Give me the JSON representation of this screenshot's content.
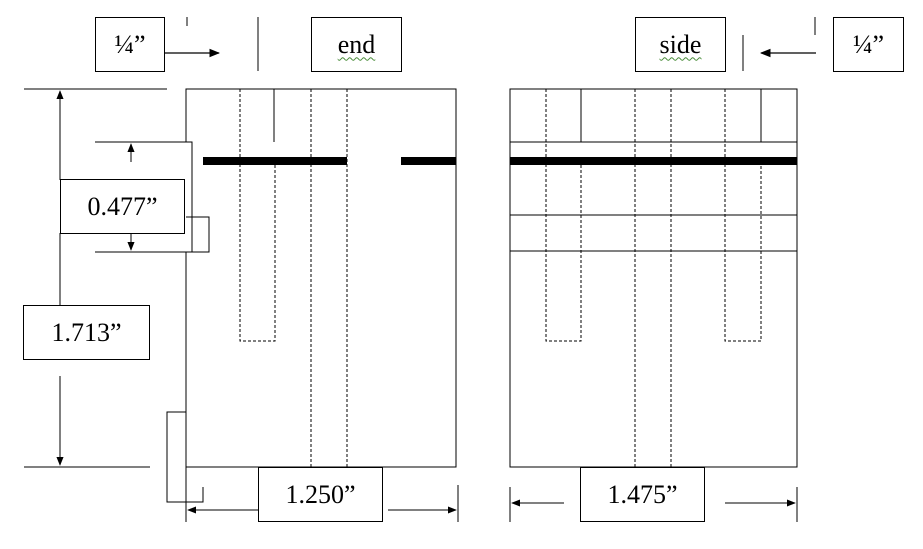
{
  "labels": {
    "quarter_left": "¼”",
    "end": "end",
    "side": "side",
    "quarter_right": "¼”",
    "height_small": "0.477”",
    "height_total": "1.713”",
    "width_end": "1.250”",
    "width_side": "1.475”"
  }
}
